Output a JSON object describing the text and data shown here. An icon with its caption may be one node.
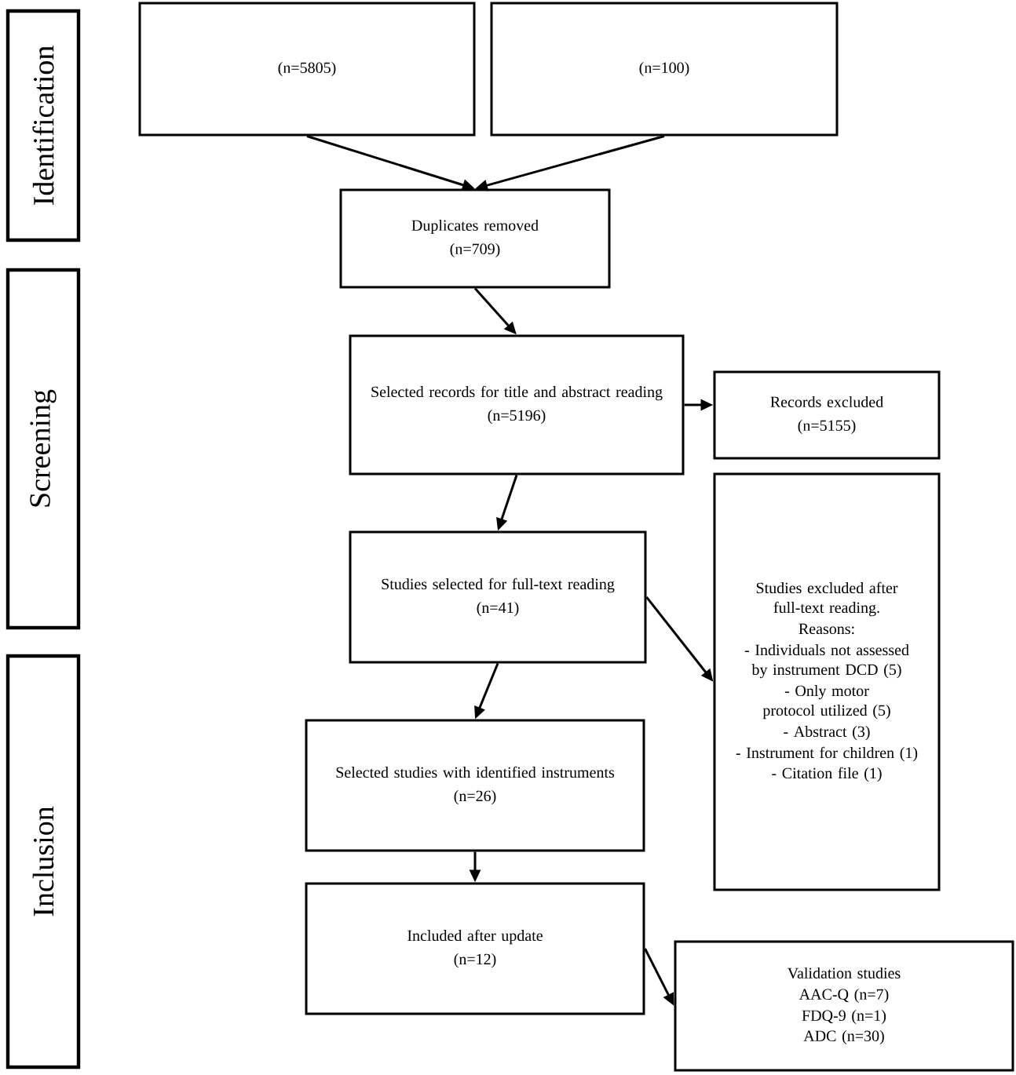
{
  "diagram": {
    "nodes": [
      {
        "text": [
          "Identification"
        ]
      },
      {
        "text": [
          "Screening"
        ]
      },
      {
        "text": [
          "Inclusion"
        ]
      },
      {
        "text": [
          "(n=5805)"
        ]
      },
      {
        "text": [
          "(n=100)"
        ]
      },
      {
        "text": [
          "Duplicates removed",
          "(n=709)"
        ]
      },
      {
        "text": [
          "Selected records for title and abstract reading",
          "(n=5196)"
        ]
      },
      {
        "text": [
          "Records excluded",
          "(n=5155)"
        ]
      },
      {
        "text": [
          "Studies selected for full-text reading",
          "(n=41)"
        ]
      },
      {
        "text": [
          "Studies excluded after full-text reading.",
          "Reasons:",
          "- Individuals not assessed by instrument DCD (5)",
          "- Only motor protocol utilized (5)",
          "- Abstract (3)",
          "- Instrument for children (1)",
          "- Citation file (1)"
        ]
      },
      {
        "text": [
          "Selected studies with identified instruments",
          "(n=26)"
        ]
      },
      {
        "text": [
          "Included after update",
          "(n=12)"
        ]
      },
      {
        "text": [
          "Validation studies",
          "AAC-Q (n=7)",
          "FDQ-9 (n=1)",
          "ADC (n=30)"
        ]
      }
    ],
    "edges": [
      {
        "from": 3,
        "to": 5,
        "arrow": "to"
      },
      {
        "from": 4,
        "to": 5,
        "arrow": "to"
      },
      {
        "from": 5,
        "to": 6,
        "arrow": "to"
      },
      {
        "from": 6,
        "to": 7,
        "arrow": "to"
      },
      {
        "from": 6,
        "to": 8,
        "arrow": "to"
      },
      {
        "from": 8,
        "to": 9,
        "arrow": "to"
      },
      {
        "from": 8,
        "to": 10,
        "arrow": "to"
      },
      {
        "from": 10,
        "to": 11,
        "arrow": "to"
      },
      {
        "from": 11,
        "to": 12,
        "arrow": "to"
      }
    ]
  }
}
